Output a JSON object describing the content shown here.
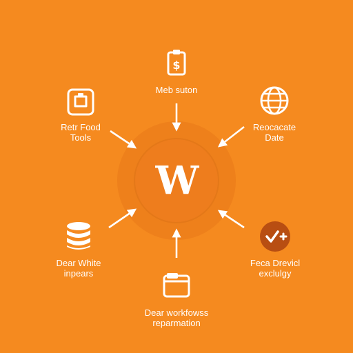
{
  "hub": {
    "letter": "W"
  },
  "nodes": {
    "top": {
      "lines": [
        "Meb suton"
      ],
      "icon": "document-dollar-icon"
    },
    "top_left": {
      "lines": [
        "Retr Food",
        "Tools"
      ],
      "icon": "clipboard-icon"
    },
    "top_right": {
      "lines": [
        "Reocacate",
        "Date"
      ],
      "icon": "globe-icon"
    },
    "bottom_left": {
      "lines": [
        "Dear White",
        "inpears"
      ],
      "icon": "database-icon"
    },
    "bottom_right": {
      "lines": [
        "Feca Drevicl",
        "exclulgy"
      ],
      "icon": "checkmark-badge-icon"
    },
    "bottom": {
      "lines": [
        "Dear workfowss",
        "reparmation"
      ],
      "icon": "folder-icon"
    }
  },
  "colors": {
    "background": "#f58a1f",
    "foreground": "#ffffff",
    "badge": "#b84e12"
  }
}
